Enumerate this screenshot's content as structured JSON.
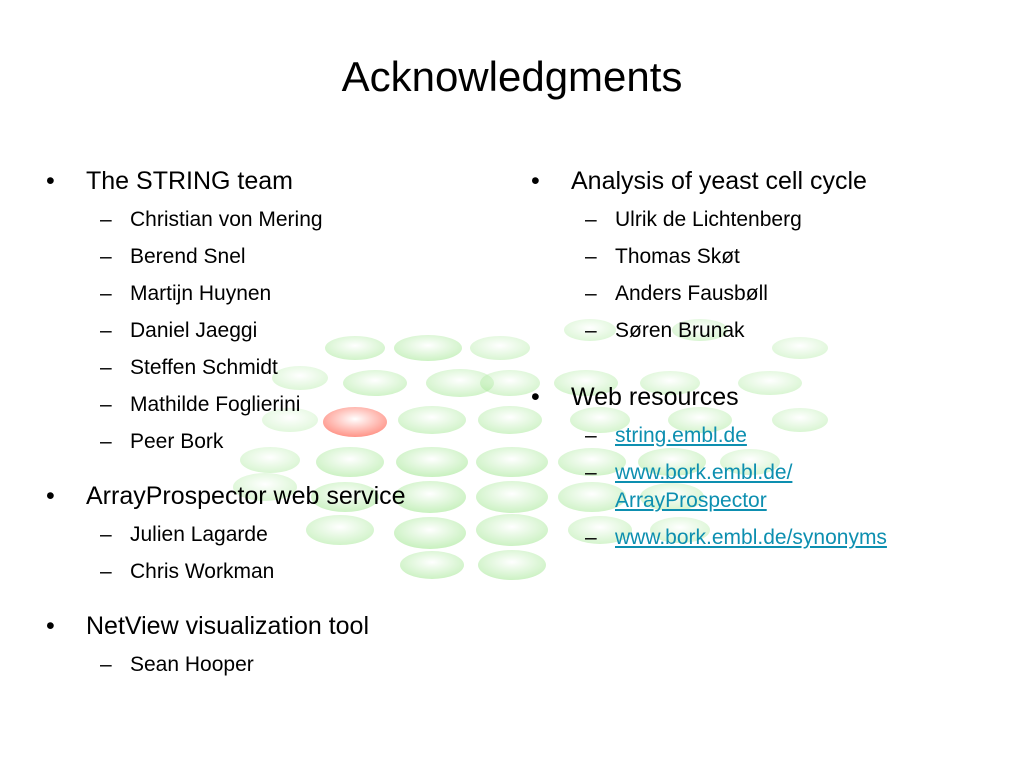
{
  "title": "Acknowledgments",
  "colors": {
    "link": "#0d8fb0",
    "bubble": "#9be58a",
    "bubble_accent": "#ff6b5a"
  },
  "left": {
    "sections": [
      {
        "heading": "The STRING team",
        "items": [
          "Christian von Mering",
          "Berend Snel",
          "Martijn Huynen",
          "Daniel Jaeggi",
          "Steffen Schmidt",
          "Mathilde Foglierini",
          "Peer Bork"
        ]
      },
      {
        "heading": "ArrayProspector web service",
        "items": [
          "Julien Lagarde",
          "Chris Workman"
        ]
      },
      {
        "heading": "NetView visualization tool",
        "items": [
          "Sean Hooper"
        ]
      }
    ]
  },
  "right": {
    "sections": [
      {
        "heading": "Analysis of yeast cell cycle",
        "items": [
          "Ulrik de Lichtenberg",
          "Thomas Skøt",
          "Anders Fausbøll",
          "Søren Brunak"
        ]
      },
      {
        "heading": "Web resources",
        "links": [
          "string.embl.de",
          "www.bork.embl.de/",
          "ArrayProspector",
          "www.bork.embl.de/synonyms"
        ]
      }
    ]
  },
  "bullet": "•",
  "dash": "–"
}
